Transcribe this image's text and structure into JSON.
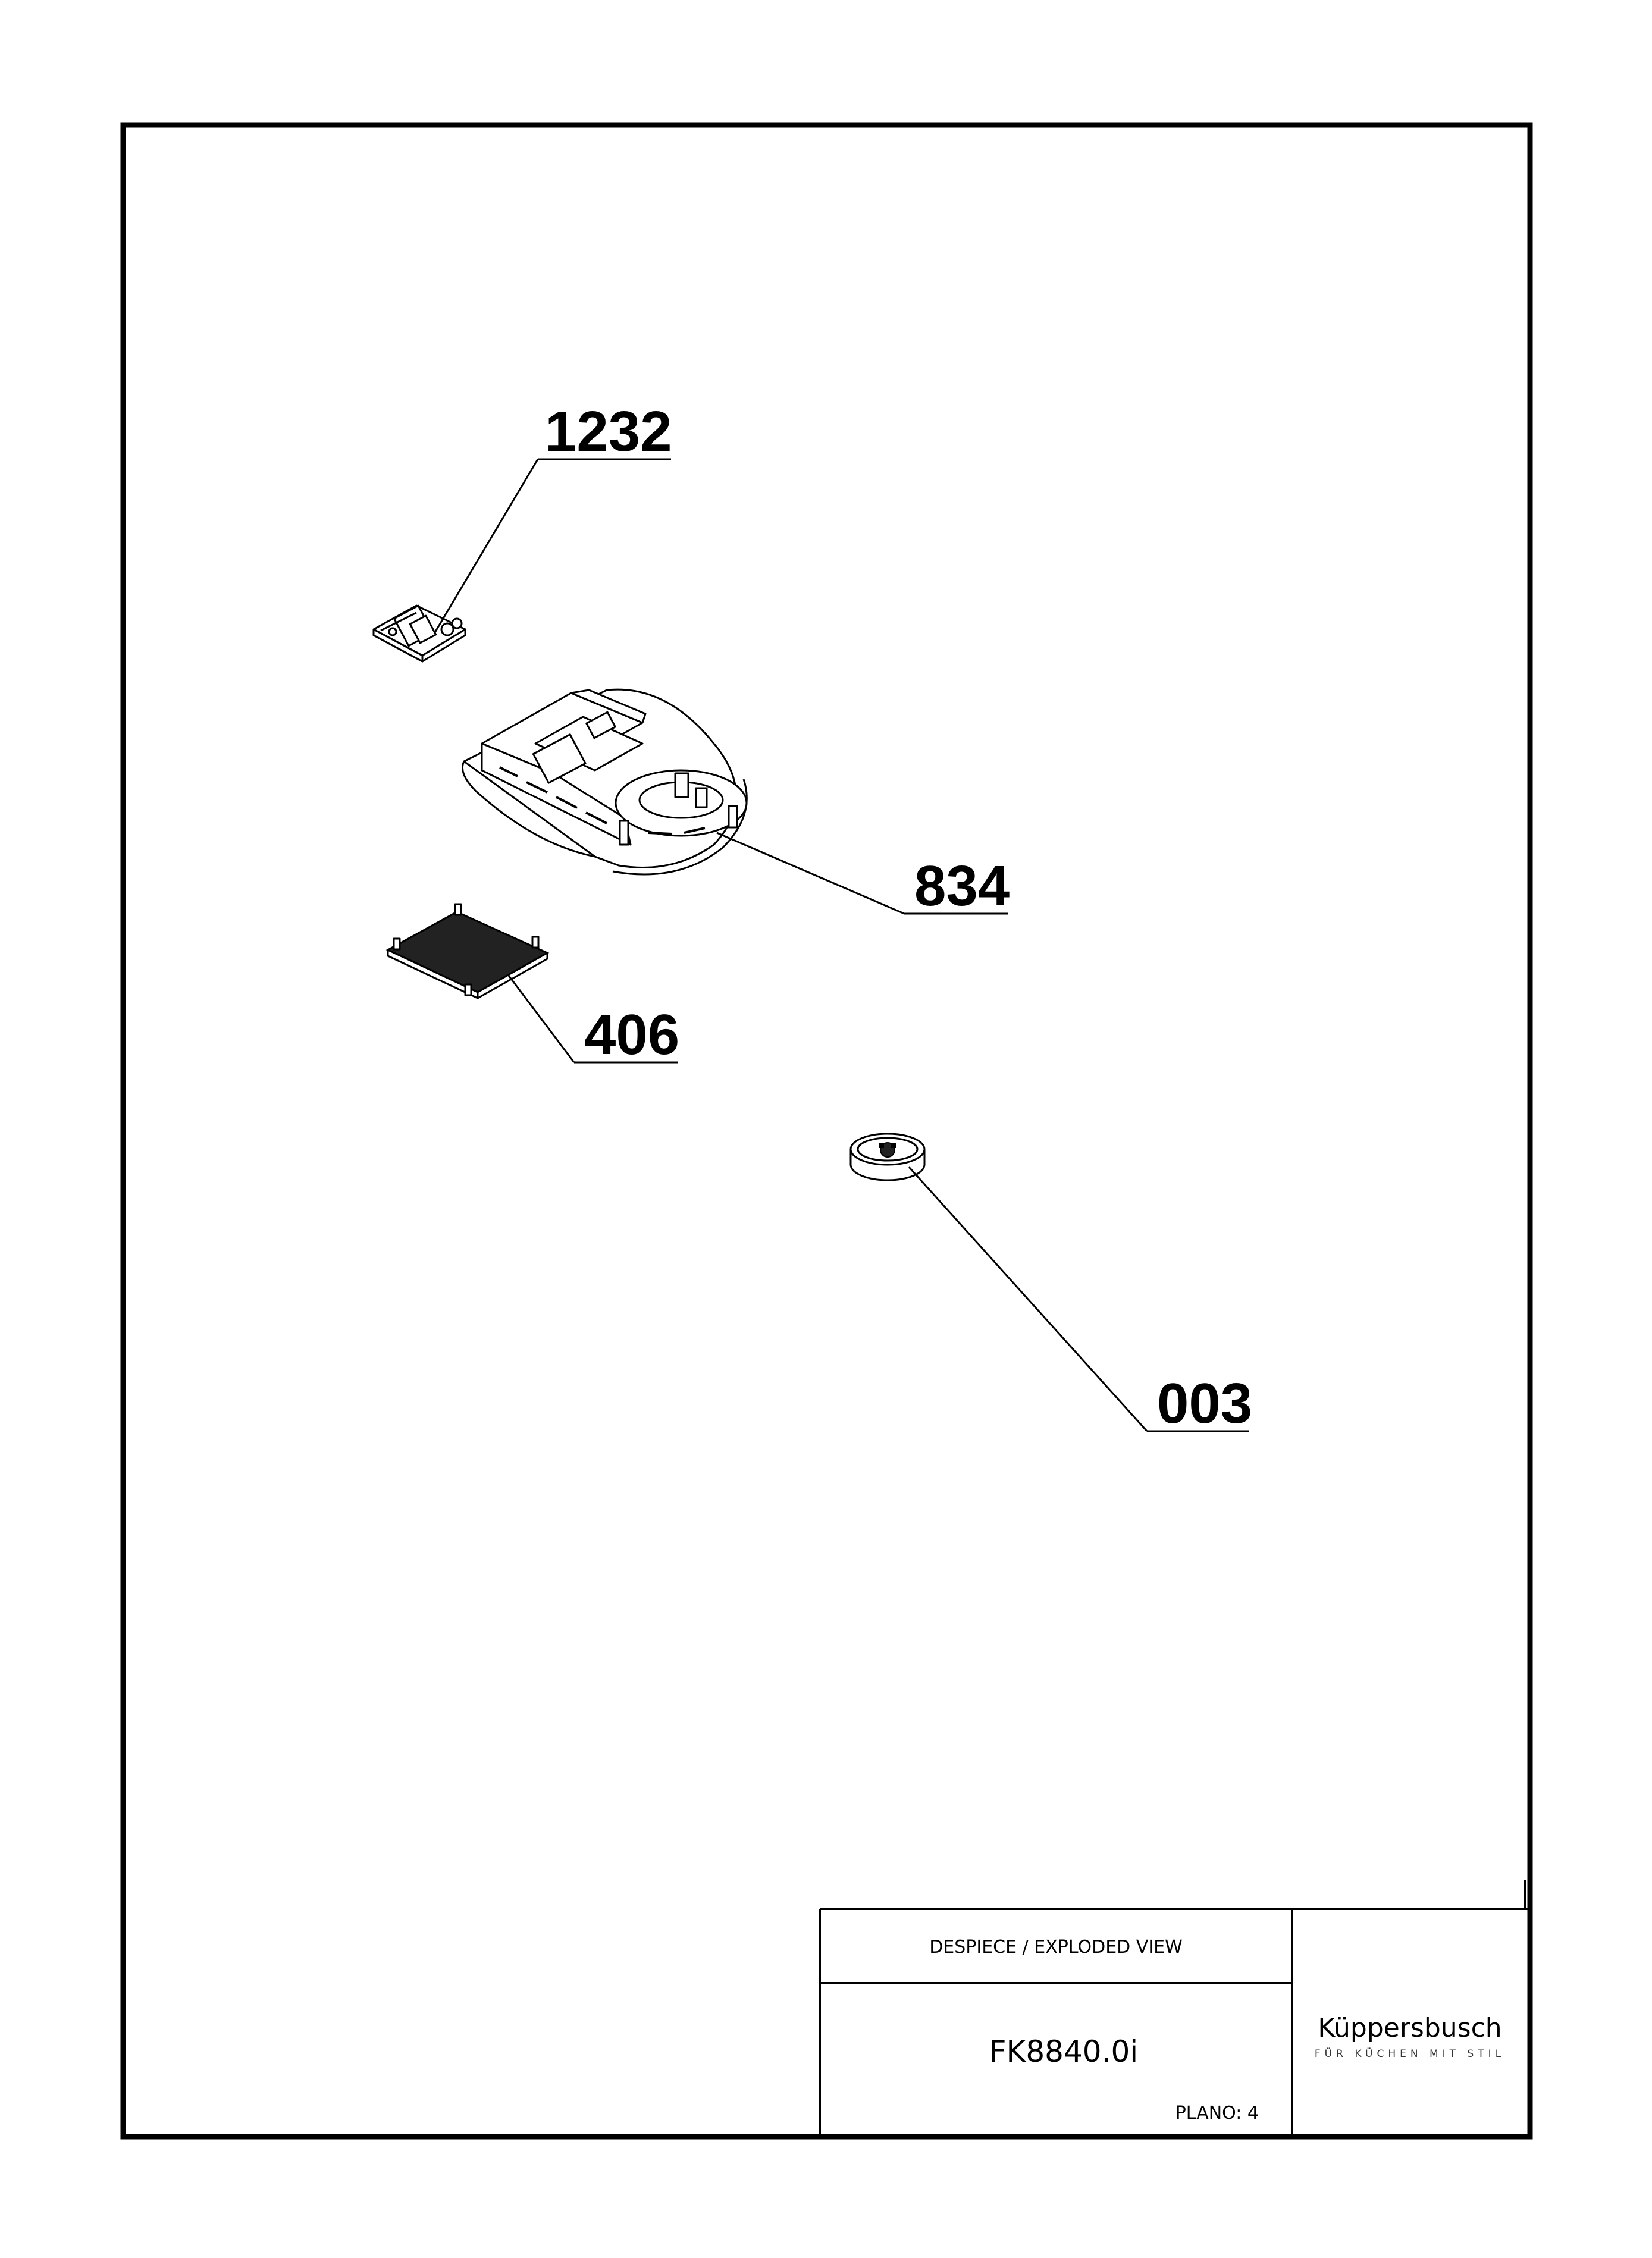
{
  "callouts": [
    {
      "id": "1232",
      "label": "1232"
    },
    {
      "id": "834",
      "label": "834"
    },
    {
      "id": "406",
      "label": "406"
    },
    {
      "id": "003",
      "label": "003"
    }
  ],
  "title_block": {
    "title": "DESPIECE / EXPLODED VIEW",
    "model": "FK8840.0i",
    "plano": "PLANO: 4"
  },
  "brand": {
    "name": "Küppersbusch",
    "tagline": "FÜR KÜCHEN MIT STIL"
  }
}
